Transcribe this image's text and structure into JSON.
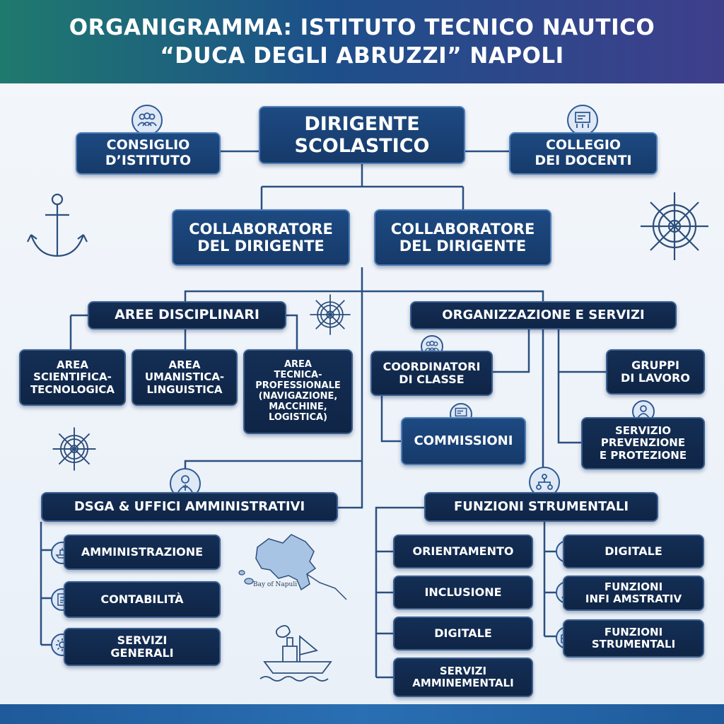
{
  "header": {
    "line1": "ORGANIGRAMMA: ISTITUTO TECNICO NAUTICO",
    "line2": "“DUCA DEGLI ABRUZZI” NAPOLI"
  },
  "nodes": {
    "dirigente": "DIRIGENTE\nSCOLASTICO",
    "consiglio": "CONSIGLIO\nD’ISTITUTO",
    "collegio": "COLLEGIO\nDEI DOCENTI",
    "collaboratore_1": "COLLABORATORE\nDEL DIRIGENTE",
    "collaboratore_2": "COLLABORATORE\nDEL DIRIGENTE",
    "aree_disciplinari": "AREE DISCIPLINARI",
    "area_scientifica": "AREA\nSCIENTIFICA-\nTECNOLOGICA",
    "area_umanistica": "AREA\nUMANISTICA-\nLINGUISTICA",
    "area_tecnica": "AREA\nTECNICA-\nPROFESSIONALE\n(NAVIGAZIONE,\nMACCHINE,\nLOGISTICA)",
    "organizzazione": "ORGANIZZAZIONE E SERVIZI",
    "coordinatori": "COORDINATORI\nDI CLASSE",
    "commissioni": "COMMISSIONI",
    "gruppi": "GRUPPI\nDI LAVORO",
    "servizio_prevenzione": "SERVIZIO\nPREVENZIONE\nE PROTEZIONE",
    "dsga": "DSGA & UFFICI AMMINISTRATIVI",
    "amministrazione": "AMMINISTRAZIONE",
    "contabilita": "CONTABILITÀ",
    "servizi_generali": "SERVIZI\nGENERALI",
    "funzioni_strumentali": "FUNZIONI STRUMENTALI",
    "orientamento": "ORIENTAMENTO",
    "inclusione": "INCLUSIONE",
    "digitale_left": "DIGITALE",
    "servizi_amminementali": "SERVIZI\nAMMINEMENTALI",
    "digitale_right": "DIGITALE",
    "funzioni_infamstrativ": "FUNZIONI\nINFI AMSTRATIV",
    "funzioni_strumentali_sub": "FUNZIONI\nSTRUMENTALI"
  },
  "map_label": "Bay of Napuli",
  "colors": {
    "box": "#1d4a82",
    "box_border": "#4f7fb8",
    "line": "#2b4f80",
    "header_start": "#1f7a6e",
    "header_end": "#3f3f8c"
  },
  "icons": [
    "people-group-icon",
    "presentation-icon",
    "anchor-icon",
    "ship-wheel-icon",
    "person-icon",
    "hierarchy-icon",
    "ship-icon",
    "map-icon",
    "document-icon",
    "gear-icon",
    "briefcase-icon",
    "phone-icon"
  ]
}
